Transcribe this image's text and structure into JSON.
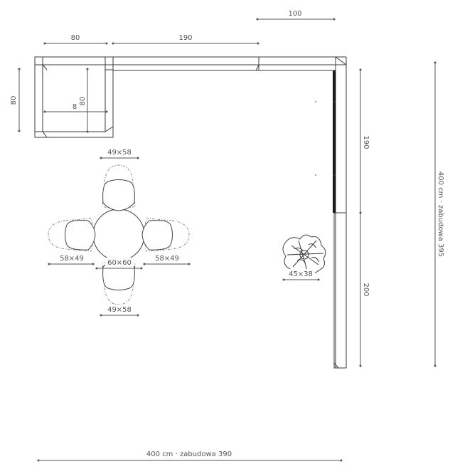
{
  "dimensions": {
    "top_right": "100",
    "top_left_module": "80",
    "top_middle": "190",
    "left_height": "80",
    "inner_height": "80",
    "inner_small": "8",
    "right_upper": "190",
    "right_lower": "200",
    "right_total": "400 cm · zabudowa 395",
    "bottom_total": "400 cm · zabudowa 390",
    "chair_top": "49×58",
    "chair_bottom": "49×58",
    "chair_left": "58×49",
    "chair_right": "58×49",
    "table": "60×60",
    "plant": "45×38"
  }
}
